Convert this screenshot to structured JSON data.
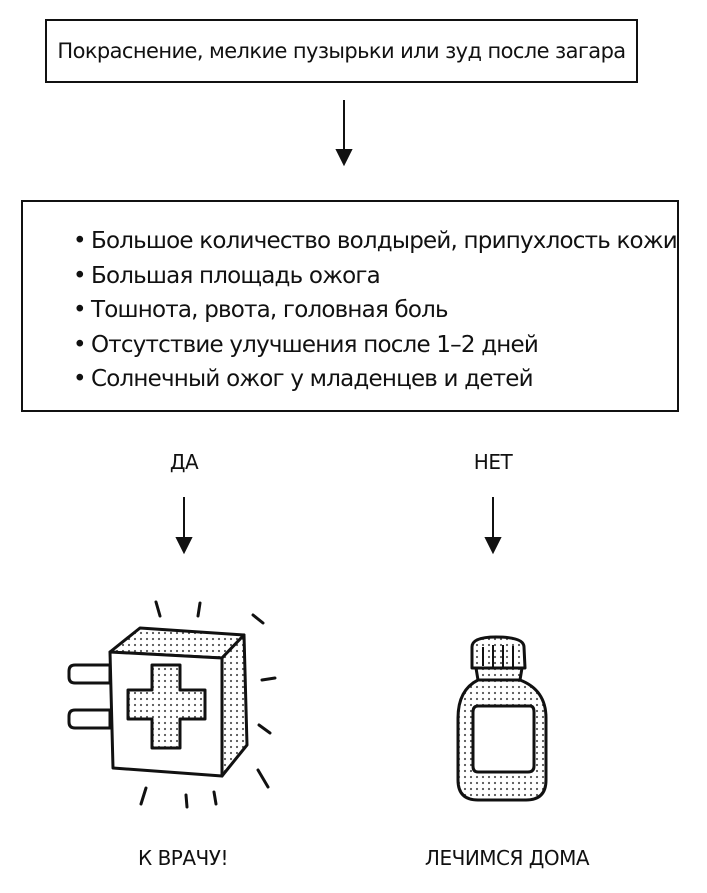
{
  "top_box": {
    "text": "Покраснение, мелкие пузырьки или зуд после загара"
  },
  "symptoms": [
    "Большое количество волдырей, припухлость кожи",
    "Большая площадь ожога",
    "Тошнота, рвота, головная боль",
    "Отсутствие улучшения после 1–2 дней",
    "Солнечный ожог у младенцев и детей"
  ],
  "branches": {
    "yes": {
      "label": "ДА",
      "result": "К ВРАЧУ!",
      "icon": "first-aid-kit-icon"
    },
    "no": {
      "label": "НЕТ",
      "result": "ЛЕЧИМСЯ ДОМА",
      "icon": "medicine-bottle-icon"
    }
  }
}
